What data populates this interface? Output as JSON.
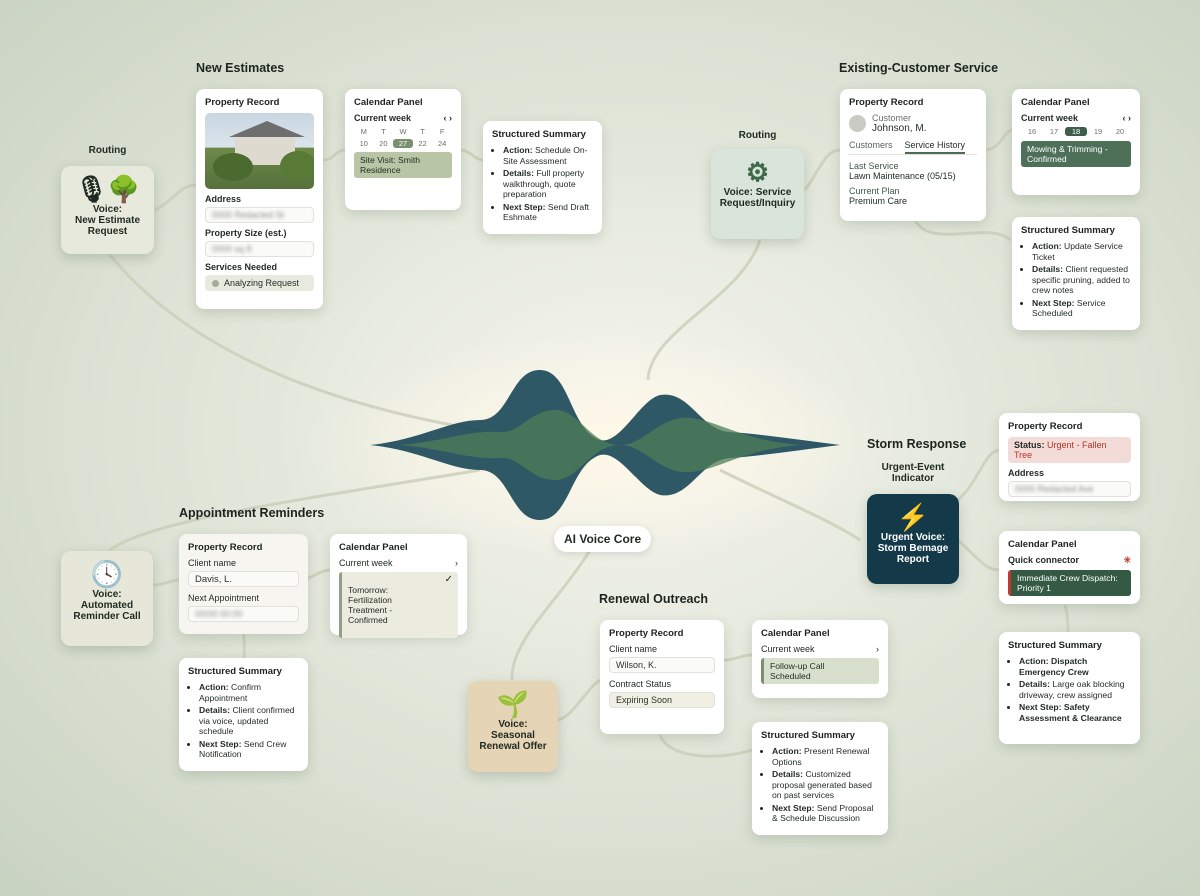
{
  "core": {
    "label": "AI Voice Core"
  },
  "new_estimates": {
    "title": "New Estimates",
    "routing_label": "Routing",
    "voice_label": "Voice:\nNew Estimate\nRequest",
    "property_record": {
      "title": "Property Record",
      "address_label": "Address",
      "address_value": "0000 Redacted St",
      "size_label": "Property Size (est.)",
      "size_value": "0000 sq ft",
      "services_label": "Services Needed",
      "services_status": "Analyzing Request"
    },
    "calendar": {
      "title": "Calendar Panel",
      "week_label": "Current week",
      "days": [
        "M",
        "T",
        "W",
        "T",
        "F"
      ],
      "dates": [
        "10",
        "20",
        "27",
        "22",
        "24"
      ],
      "event": "Site Visit: Smith Residence"
    },
    "summary": {
      "title": "Structured Summary",
      "items": [
        {
          "k": "Action:",
          "v": "Schedule On-Site Assessment"
        },
        {
          "k": "Details:",
          "v": "Full property walkthrough, quote preparation"
        },
        {
          "k": "Next Step:",
          "v": "Send Draft Eshmate"
        }
      ]
    }
  },
  "existing": {
    "title": "Existing-Customer Service",
    "routing_label": "Routing",
    "voice_label": "Voice: Service\nRequest/Inquiry",
    "property_record": {
      "title": "Property Record",
      "customer_label": "Customer",
      "customer_name": "Johnson, M.",
      "tab_customers": "Customers",
      "tab_history": "Service History",
      "last_service_label": "Last Service",
      "last_service_value": "Lawn Maintenance (05/15)",
      "plan_label": "Current Plan",
      "plan_value": "Premium Care"
    },
    "calendar": {
      "title": "Calendar Panel",
      "week_label": "Current week",
      "dates": [
        "16",
        "17",
        "18",
        "19",
        "20"
      ],
      "event": "Mowing & Trimming -\nConfirmed"
    },
    "summary": {
      "title": "Structured Summary",
      "items": [
        {
          "k": "Action:",
          "v": "Update Service Ticket"
        },
        {
          "k": "Details:",
          "v": "Client requested specific pruning, added to crew notes"
        },
        {
          "k": "Next Step:",
          "v": "Service Scheduled"
        }
      ]
    }
  },
  "storm": {
    "title": "Storm Response",
    "indicator_label": "Urgent-Event\nIndicator",
    "voice_label": "Urgent Voice:\nStorm Bemage\nReport",
    "property_record": {
      "title": "Property Record",
      "status_label": "Status:",
      "status_value": "Urgent - Fallen Tree",
      "address_label": "Address",
      "address_value": "0000 Redacted Ave"
    },
    "calendar": {
      "title": "Calendar Panel",
      "connector_label": "Quick connector",
      "event": "Immediate Crew Dispatch:\nPriority 1"
    },
    "summary": {
      "title": "Structured Summary",
      "items": [
        {
          "k": "Action:",
          "v": "Dispatch Emergency Crew"
        },
        {
          "k": "Details:",
          "v": "Large oak blocking driveway, crew assigned"
        },
        {
          "k": "Next Step:",
          "v": "Safety Assessment & Clearance"
        }
      ]
    }
  },
  "reminders": {
    "title": "Appointment Reminders",
    "voice_label": "Voice:\nAutomated\nReminder Call",
    "property_record": {
      "title": "Property Record",
      "client_label": "Client name",
      "client_value": "Davis, L.",
      "next_label": "Next Appointment",
      "next_value": "00/00 00:00"
    },
    "calendar": {
      "title": "Calendar Panel",
      "week_label": "Current week",
      "event": "Tomorrow:\nFertilization\nTreatment -\nConfirmed"
    },
    "summary": {
      "title": "Structured Summary",
      "items": [
        {
          "k": "Action:",
          "v": "Confirm Appointment"
        },
        {
          "k": "Details:",
          "v": "Client confirmed via voice, updated schedule"
        },
        {
          "k": "Next Step:",
          "v": "Send Crew Notification"
        }
      ]
    }
  },
  "renewal": {
    "title": "Renewal Outreach",
    "voice_label": "Voice:\nSeasonal\nRenewal Offer",
    "property_record": {
      "title": "Property Record",
      "client_label": "Client name",
      "client_value": "Wilson, K.",
      "contract_label": "Contract Status",
      "contract_value": "Expiring Soon"
    },
    "calendar": {
      "title": "Calendar Panel",
      "week_label": "Current week",
      "event": "Follow-up Call\nScheduled"
    },
    "summary": {
      "title": "Structured Summary",
      "items": [
        {
          "k": "Action:",
          "v": "Present Renewal Options"
        },
        {
          "k": "Details:",
          "v": "Customized proposal generated based on past services"
        },
        {
          "k": "Next Step:",
          "v": "Send Proposal & Schedule Discussion"
        }
      ]
    }
  },
  "colors": {
    "accent_green": "#7a8e70",
    "dark_teal": "#143a4a",
    "urgent_red": "#c0392b"
  }
}
